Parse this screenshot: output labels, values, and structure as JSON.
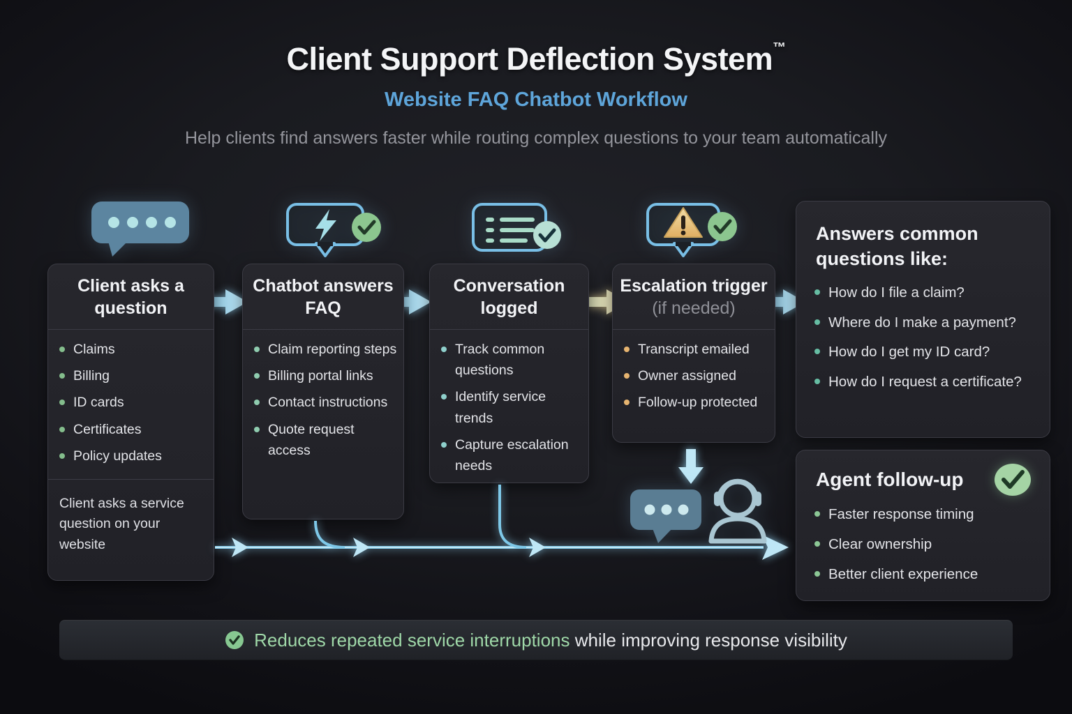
{
  "header": {
    "title": "Client Support Deflection System",
    "trademark": "™",
    "subtitle": "Website FAQ Chatbot Workflow",
    "tagline": "Help clients find answers faster while routing complex questions to your team automatically"
  },
  "cards": [
    {
      "title": "Client asks a question",
      "items": [
        "Claims",
        "Billing",
        "ID cards",
        "Certificates",
        "Policy updates"
      ],
      "note": "Client asks a service question on your website",
      "icon": "chat-bubble-dots-icon"
    },
    {
      "title": "Chatbot answers FAQ",
      "items": [
        "Claim reporting steps",
        "Billing portal links",
        "Contact instructions",
        "Quote request access"
      ],
      "icon": "lightning-bubble-check-icon"
    },
    {
      "title": "Conversation logged",
      "items": [
        "Track common questions",
        "Identify service trends",
        "Capture escalation needs"
      ],
      "icon": "list-check-icon"
    },
    {
      "title": "Escalation trigger",
      "subtitle": "(if needed)",
      "items": [
        "Transcript emailed",
        "Owner assigned",
        "Follow-up protected"
      ],
      "icon": "warning-bubble-check-icon"
    }
  ],
  "answers_panel": {
    "title": "Answers common questions like:",
    "items": [
      "How do I file a claim?",
      "Where do I make a payment?",
      "How do I get my ID card?",
      "How do I request a certificate?"
    ]
  },
  "followup_panel": {
    "title": "Agent follow-up",
    "items": [
      "Faster response timing",
      "Clear ownership",
      "Better client experience"
    ],
    "icon": "check-circle-icon"
  },
  "footer": {
    "highlight": "Reduces repeated service interruptions",
    "rest": "while improving response visibility",
    "icon": "check-circle-icon"
  },
  "colors": {
    "background": "#17181c",
    "card_bg": "#232329",
    "card_border": "#3b3b44",
    "title_white": "#f4f5f7",
    "subtitle_blue": "#5ea5da",
    "tagline_gray": "#94959c",
    "arrow_blue": "#b5e3f6",
    "arrow_amber": "#f2e3b3",
    "flow_line_blue": "#7ec8e8",
    "check_green": "#8cc68f",
    "check_mint": "#b7dfd4",
    "bullet_green": "#84bd8c",
    "bullet_mint": "#8fccaf",
    "bullet_cyan": "#8fd0cc",
    "bullet_amber": "#e6b470",
    "bullet_teal": "#66bda3",
    "footer_green": "#9fd8a8",
    "bubble_fill": "#5c85a0",
    "bubble_outline": "#79bfe6",
    "warning_amber": "#e9c27c"
  }
}
